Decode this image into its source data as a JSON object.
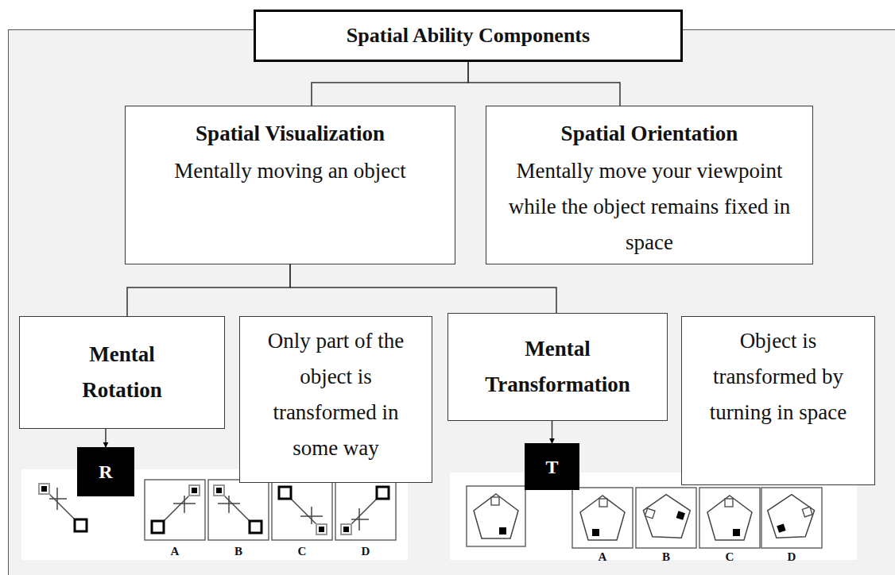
{
  "diagram": {
    "nodes": [
      {
        "text": [
          "Spatial Ability Components"
        ]
      },
      {
        "text": [
          "Spatial Visualization",
          "Mentally moving an object"
        ]
      },
      {
        "text": [
          "Spatial Orientation",
          "Mentally move your viewpoint while the object remains fixed in space"
        ]
      },
      {
        "text": [
          "Mental Rotation"
        ]
      },
      {
        "text": [
          "Only part of the object is transformed in some way"
        ]
      },
      {
        "text": [
          "Mental Transformation"
        ]
      },
      {
        "text": [
          "Object is transformed by turning in space"
        ]
      },
      {
        "text": [
          "R"
        ]
      },
      {
        "text": [
          "T"
        ]
      }
    ],
    "edges": [
      {
        "from": 0,
        "to": 1,
        "arrow": "none"
      },
      {
        "from": 0,
        "to": 2,
        "arrow": "none"
      },
      {
        "from": 1,
        "to": 3,
        "arrow": "none"
      },
      {
        "from": 1,
        "to": 5,
        "arrow": "none"
      },
      {
        "from": 3,
        "to": 7,
        "arrow": "to"
      },
      {
        "from": 5,
        "to": 8,
        "arrow": "to"
      }
    ],
    "labels": [
      "A",
      "B",
      "C",
      "D",
      "A",
      "B",
      "C",
      "D"
    ]
  }
}
